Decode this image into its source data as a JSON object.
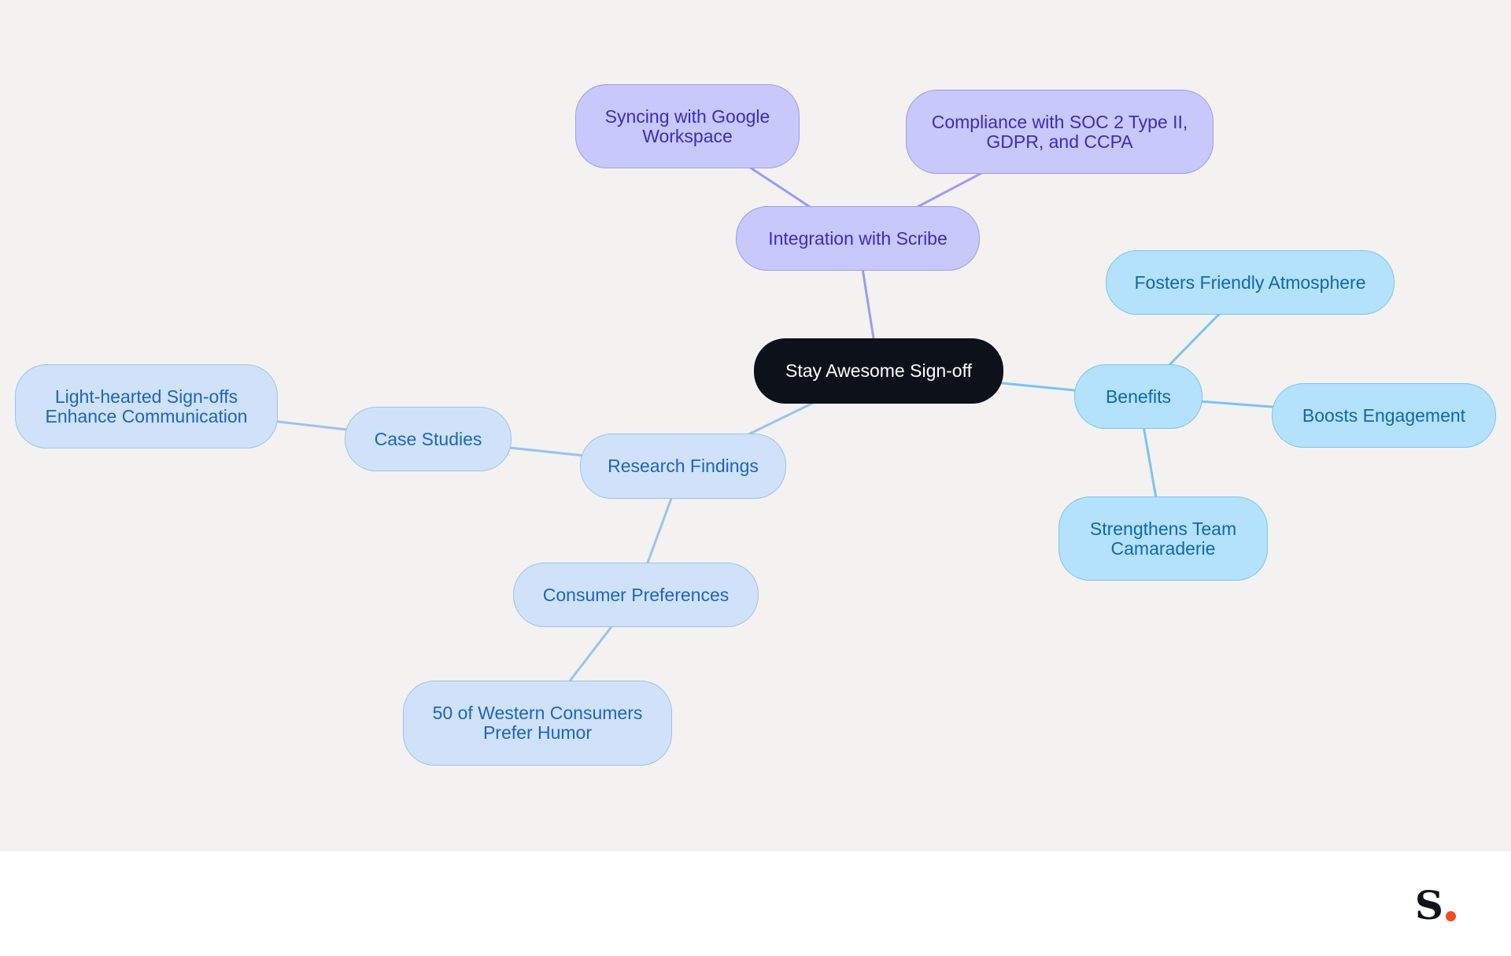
{
  "diagram": {
    "nodes": {
      "center": "Stay Awesome Sign-off",
      "integration": "Integration with Scribe",
      "syncing": "Syncing with Google Workspace",
      "compliance": "Compliance with SOC 2 Type II, GDPR, and CCPA",
      "benefits": "Benefits",
      "friendly": "Fosters Friendly Atmosphere",
      "engagement": "Boosts Engagement",
      "camaraderie": "Strengthens Team Camaraderie",
      "research": "Research Findings",
      "case_studies": "Case Studies",
      "lighthearted": "Light-hearted Sign-offs Enhance Communication",
      "consumer": "Consumer Preferences",
      "western": "50 of Western Consumers Prefer Humor"
    },
    "edges": [
      [
        "center",
        "integration"
      ],
      [
        "integration",
        "syncing"
      ],
      [
        "integration",
        "compliance"
      ],
      [
        "center",
        "benefits"
      ],
      [
        "benefits",
        "friendly"
      ],
      [
        "benefits",
        "engagement"
      ],
      [
        "benefits",
        "camaraderie"
      ],
      [
        "center",
        "research"
      ],
      [
        "research",
        "case_studies"
      ],
      [
        "case_studies",
        "lighthearted"
      ],
      [
        "research",
        "consumer"
      ],
      [
        "consumer",
        "western"
      ]
    ],
    "colors": {
      "center": "#0c111a",
      "purple": "#c8c8fb",
      "purple_edge": "#9b9cee",
      "sky": "#b4e1fb",
      "sky_edge": "#7cc4ee",
      "light": "#cfe2f9",
      "light_edge": "#9cc2ec",
      "background": "#f3f2f1"
    }
  },
  "footer": {
    "brand_letter": "S",
    "brand_dot_color": "#f04e23"
  }
}
